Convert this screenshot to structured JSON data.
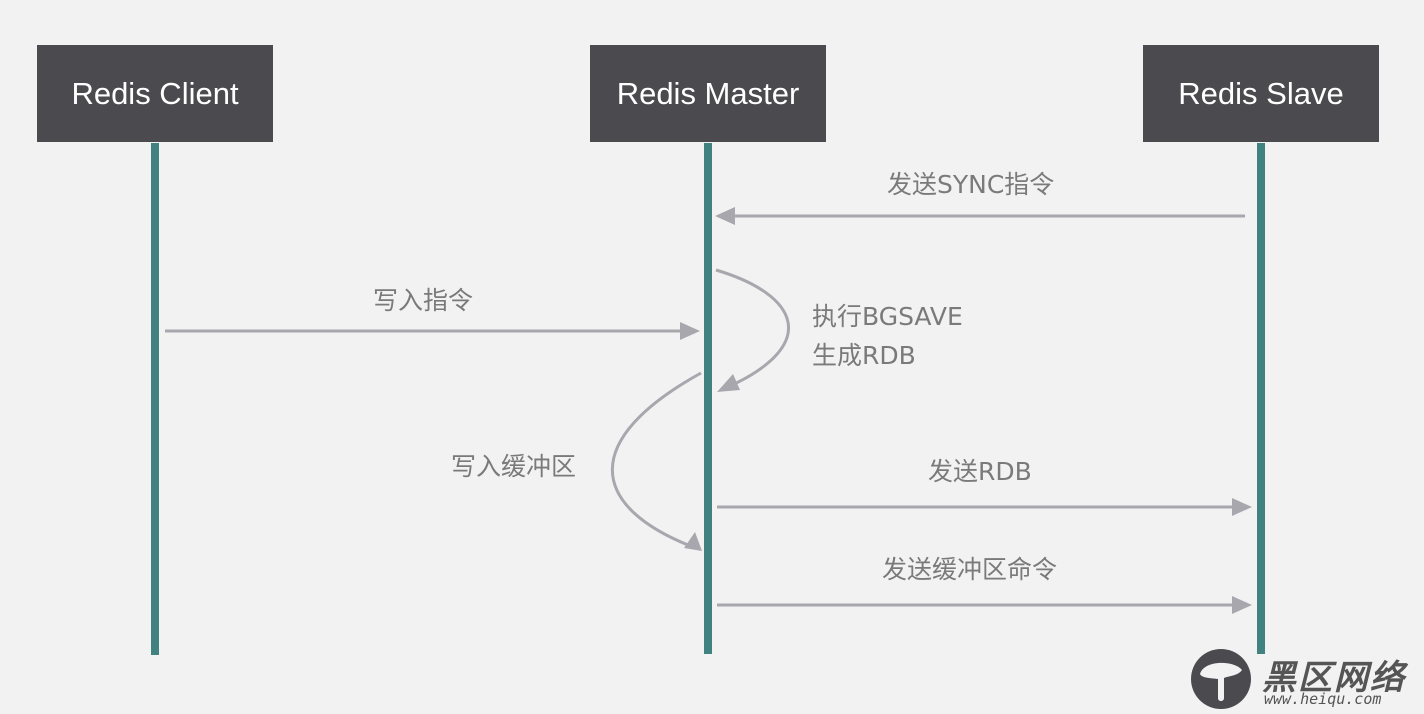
{
  "diagram": {
    "type": "sequence",
    "colors": {
      "background": "#f2f2f2",
      "actor_box": "#4b4a4f",
      "actor_text": "#ffffff",
      "lifeline": "#3f8280",
      "arrow": "#a9a7ae",
      "label_text": "#7a7a7a"
    },
    "actors": [
      {
        "id": "client",
        "label": "Redis Client"
      },
      {
        "id": "master",
        "label": "Redis Master"
      },
      {
        "id": "slave",
        "label": "Redis Slave"
      }
    ],
    "messages": [
      {
        "from": "slave",
        "to": "master",
        "label": "发送SYNC指令"
      },
      {
        "from": "client",
        "to": "master",
        "label": "写入指令"
      },
      {
        "from": "master",
        "to": "master",
        "label_line1": "执行BGSAVE",
        "label_line2": "生成RDB"
      },
      {
        "from": "master",
        "to": "master",
        "label": "写入缓冲区"
      },
      {
        "from": "master",
        "to": "slave",
        "label": "发送RDB"
      },
      {
        "from": "master",
        "to": "slave",
        "label": "发送缓冲区命令"
      }
    ]
  },
  "watermark": {
    "title": "黑区网络",
    "url": "www.heiqu.com"
  }
}
